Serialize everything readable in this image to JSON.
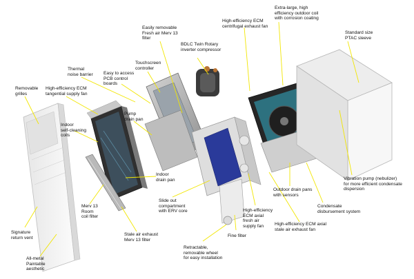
{
  "colors": {
    "leader": "#f2e600",
    "housing": "#f2f2f2",
    "metal": "#a8a8a8",
    "dark": "#2b2b2b",
    "blue_core": "#2a3a9a",
    "teal_coil": "#2f7f8f"
  },
  "labels": {
    "removable_grilles": "Removable\ngrilles",
    "tangential_fan": "High-efficiency ECM\ntangential supply fan",
    "thermal_barrier": "Thermal\nnoise barrier",
    "pcb_boards": "Easy to access\nPCB control\nboards",
    "fresh_air_filter": "Easily removable\nFresh air Merv 13\nfilter",
    "bdlc_compressor": "BDLC Twin Rotary\ninverter compressor",
    "touchscreen": "Touchscreen\ncontroller",
    "ecm_exhaust": "High-efficiency ECM\ncentrifugal exhaust fan",
    "outdoor_coil": "Extra-large, high\nefficiency outdoor coil\nwith corrosion coating",
    "ptac_sleeve": "Standard size\nPTAC sleeve",
    "pump_drain": "Pump\ndrain pan",
    "self_cleaning": "Indoor\nself-cleaning\ncoils",
    "indoor_drain": "Indoor\ndrain pan",
    "room_filter": "Merv 13\nRoom\ncoil filter",
    "signature_vent": "Signature\nreturn vent",
    "all_metal": "All-metal\nPaintable\naesthetic",
    "stale_filter": "Stale air exhaust\nMerv 13 filter",
    "slide_out": "Slide out\ncompartment\nwith ERV core",
    "retractable_wheel": "Retractable,\nremovable wheel\nfor easy installation",
    "fine_filter": "Fine filter",
    "axial_supply": "High-efficiency\nECM axial\nfresh air\nsupply fan",
    "axial_exhaust": "High-efficiency ECM axial\nstale air exhaust fan",
    "outdoor_drain": "Outdoor drain pans\nwith sensors",
    "condensate": "Condensate\ndisbursement system",
    "vibration_pump": "Vibration pump (nebulizer)\nfor more efficient condensate\ndispersion"
  }
}
